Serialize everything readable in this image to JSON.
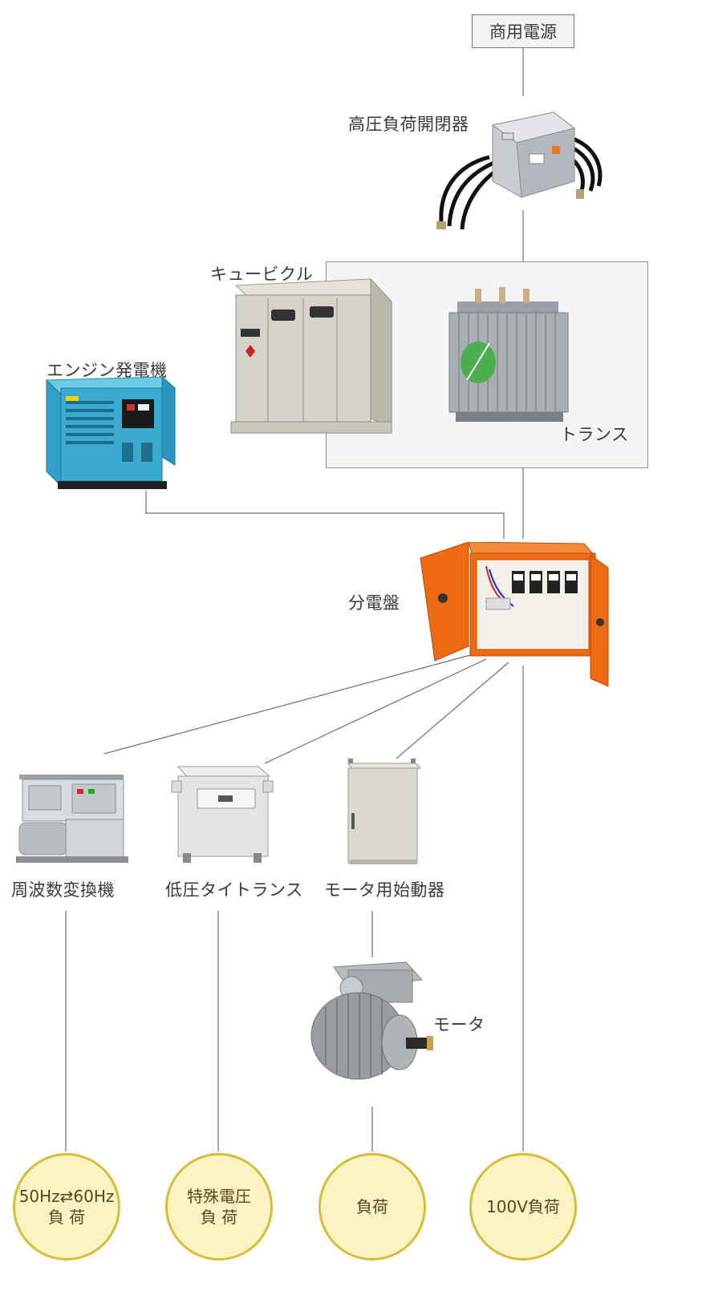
{
  "source": {
    "label": "商用電源"
  },
  "equipment": {
    "lbs": "高圧負荷開閉器",
    "cubicle": "キュービクル",
    "transformer": "トランス",
    "generator": "エンジン発電機",
    "panel": "分電盤",
    "freq_converter": "周波数変換機",
    "lv_transformer": "低圧タイトランス",
    "starter": "モータ用始動器",
    "motor": "モータ"
  },
  "loads": [
    {
      "line1": "50Hz⇄60Hz",
      "line2": "負 荷"
    },
    {
      "line1": "特殊電圧",
      "line2": "負 荷"
    },
    {
      "line1": "負荷",
      "line2": ""
    },
    {
      "line1": "100V負荷",
      "line2": ""
    }
  ],
  "colors": {
    "wire": "#6e6e6e",
    "load_fill": "#fbf3c4",
    "load_border": "#d9bc35",
    "panel_orange": "#ee6a12",
    "generator_blue": "#3aaad0"
  }
}
